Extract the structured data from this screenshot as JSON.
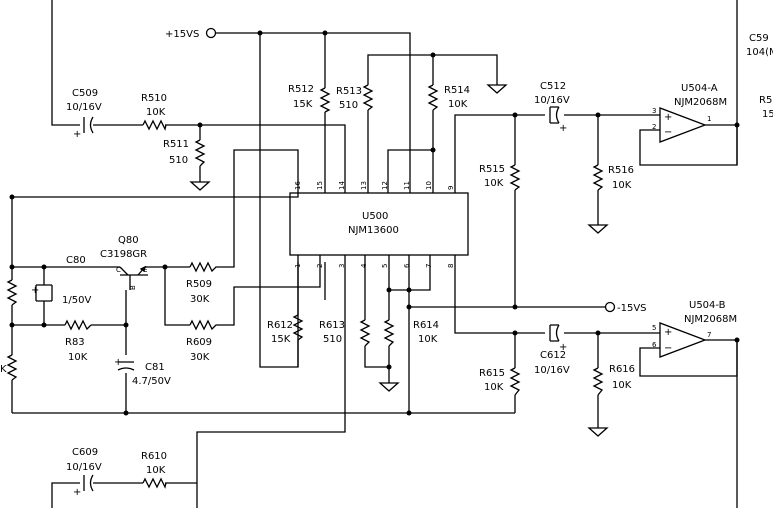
{
  "rails": {
    "pos": "+15VS",
    "neg": "-15VS"
  },
  "ics": [
    {
      "ref": "U500",
      "part": "NJM13600"
    },
    {
      "ref": "U504-A",
      "part": "NJM2068M"
    },
    {
      "ref": "U504-B",
      "part": "NJM2068M"
    }
  ],
  "transistor": {
    "ref": "Q80",
    "part": "C3198GR",
    "pins": {
      "c": "C",
      "e": "E",
      "b": "B"
    }
  },
  "cut_labels": {
    "c59x": "C59",
    "c59x_value": "104(M",
    "r5x": "R5",
    "r5x_value": "15"
  },
  "cut_left_value": "K",
  "pins": {
    "top": [
      "16",
      "15",
      "14",
      "13",
      "12",
      "11",
      "10",
      "9"
    ],
    "bottom": [
      "1",
      "2",
      "3",
      "4",
      "5",
      "6",
      "7",
      "8"
    ],
    "opampA": {
      "plus": "3",
      "minus": "2",
      "out": "1"
    },
    "opampB": {
      "plus": "5",
      "minus": "6",
      "out": "7"
    },
    "sign_plus": "+",
    "sign_minus": "−"
  },
  "components": {
    "C509": {
      "ref": "C509",
      "value": "10/16V"
    },
    "R510": {
      "ref": "R510",
      "value": "10K"
    },
    "R511": {
      "ref": "R511",
      "value": "510"
    },
    "R512": {
      "ref": "R512",
      "value": "15K"
    },
    "R513": {
      "ref": "R513",
      "value": "510"
    },
    "R514": {
      "ref": "R514",
      "value": "10K"
    },
    "C512": {
      "ref": "C512",
      "value": "10/16V"
    },
    "R515": {
      "ref": "R515",
      "value": "10K"
    },
    "R516": {
      "ref": "R516",
      "value": "10K"
    },
    "C80": {
      "ref": "C80",
      "value": "1/50V"
    },
    "R83": {
      "ref": "R83",
      "value": "10K"
    },
    "C81": {
      "ref": "C81",
      "value": "4.7/50V"
    },
    "R509": {
      "ref": "R509",
      "value": "30K"
    },
    "R609": {
      "ref": "R609",
      "value": "30K"
    },
    "R612": {
      "ref": "R612",
      "value": "15K"
    },
    "R613": {
      "ref": "R613",
      "value": "510"
    },
    "R614": {
      "ref": "R614",
      "value": "10K"
    },
    "C612": {
      "ref": "C612",
      "value": "10/16V"
    },
    "R615": {
      "ref": "R615",
      "value": "10K"
    },
    "R616": {
      "ref": "R616",
      "value": "10K"
    },
    "C609": {
      "ref": "C609",
      "value": "10/16V"
    },
    "R610": {
      "ref": "R610",
      "value": "10K"
    }
  }
}
